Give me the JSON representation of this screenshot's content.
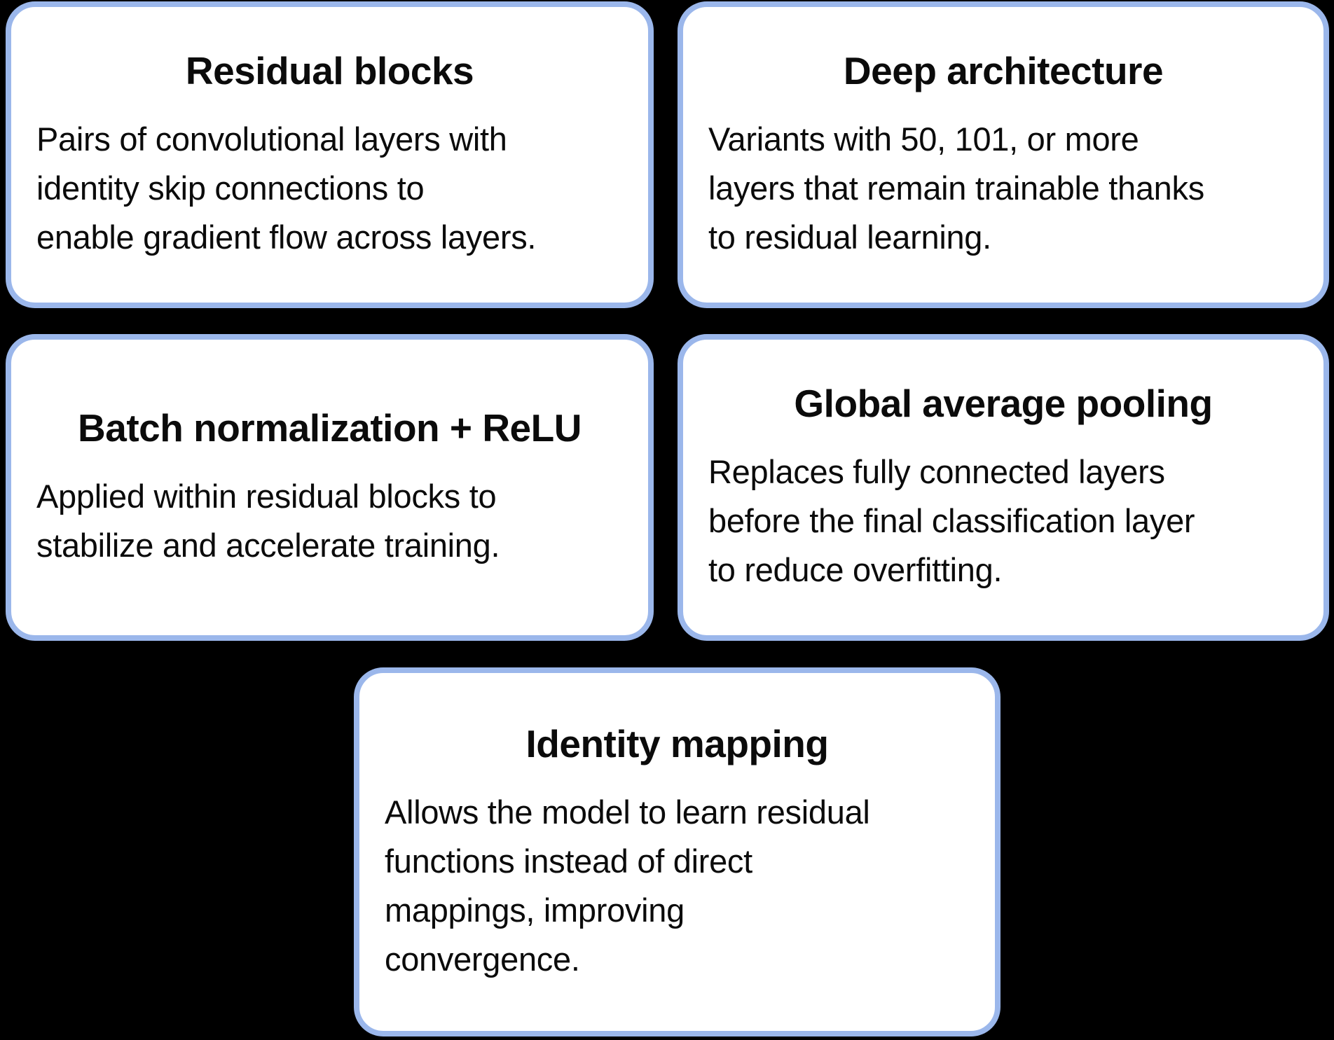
{
  "colors": {
    "background": "#000000",
    "card_background": "#ffffff",
    "card_border": "#9bb7eb",
    "text": "#0b0b0b"
  },
  "cards": [
    {
      "title": "Residual blocks",
      "body": "Pairs of convolutional layers with identity skip connections to enable gradient flow across layers.",
      "lines": [
        "Pairs of convolutional layers with",
        "identity skip connections to",
        "enable gradient flow across layers."
      ]
    },
    {
      "title": "Deep architecture",
      "body": "Variants with 50, 101, or more layers that remain trainable thanks to residual learning.",
      "lines": [
        "Variants with 50, 101, or more",
        "layers that remain trainable thanks",
        "to residual learning."
      ]
    },
    {
      "title": "Batch normalization + ReLU",
      "body": "Applied within residual blocks to stabilize and accelerate training.",
      "lines": [
        "Applied within residual blocks to",
        "stabilize and accelerate training."
      ]
    },
    {
      "title": "Global average pooling",
      "body": "Replaces fully connected layers before the final classification layer to reduce overfitting.",
      "lines": [
        "Replaces fully connected layers",
        "before the final classification layer",
        "to reduce overfitting."
      ]
    },
    {
      "title": "Identity mapping",
      "body": "Allows the model to learn residual functions instead of direct mappings, improving convergence.",
      "lines": [
        "Allows the model to learn residual",
        "functions instead of direct",
        "mappings, improving",
        "convergence."
      ]
    }
  ]
}
